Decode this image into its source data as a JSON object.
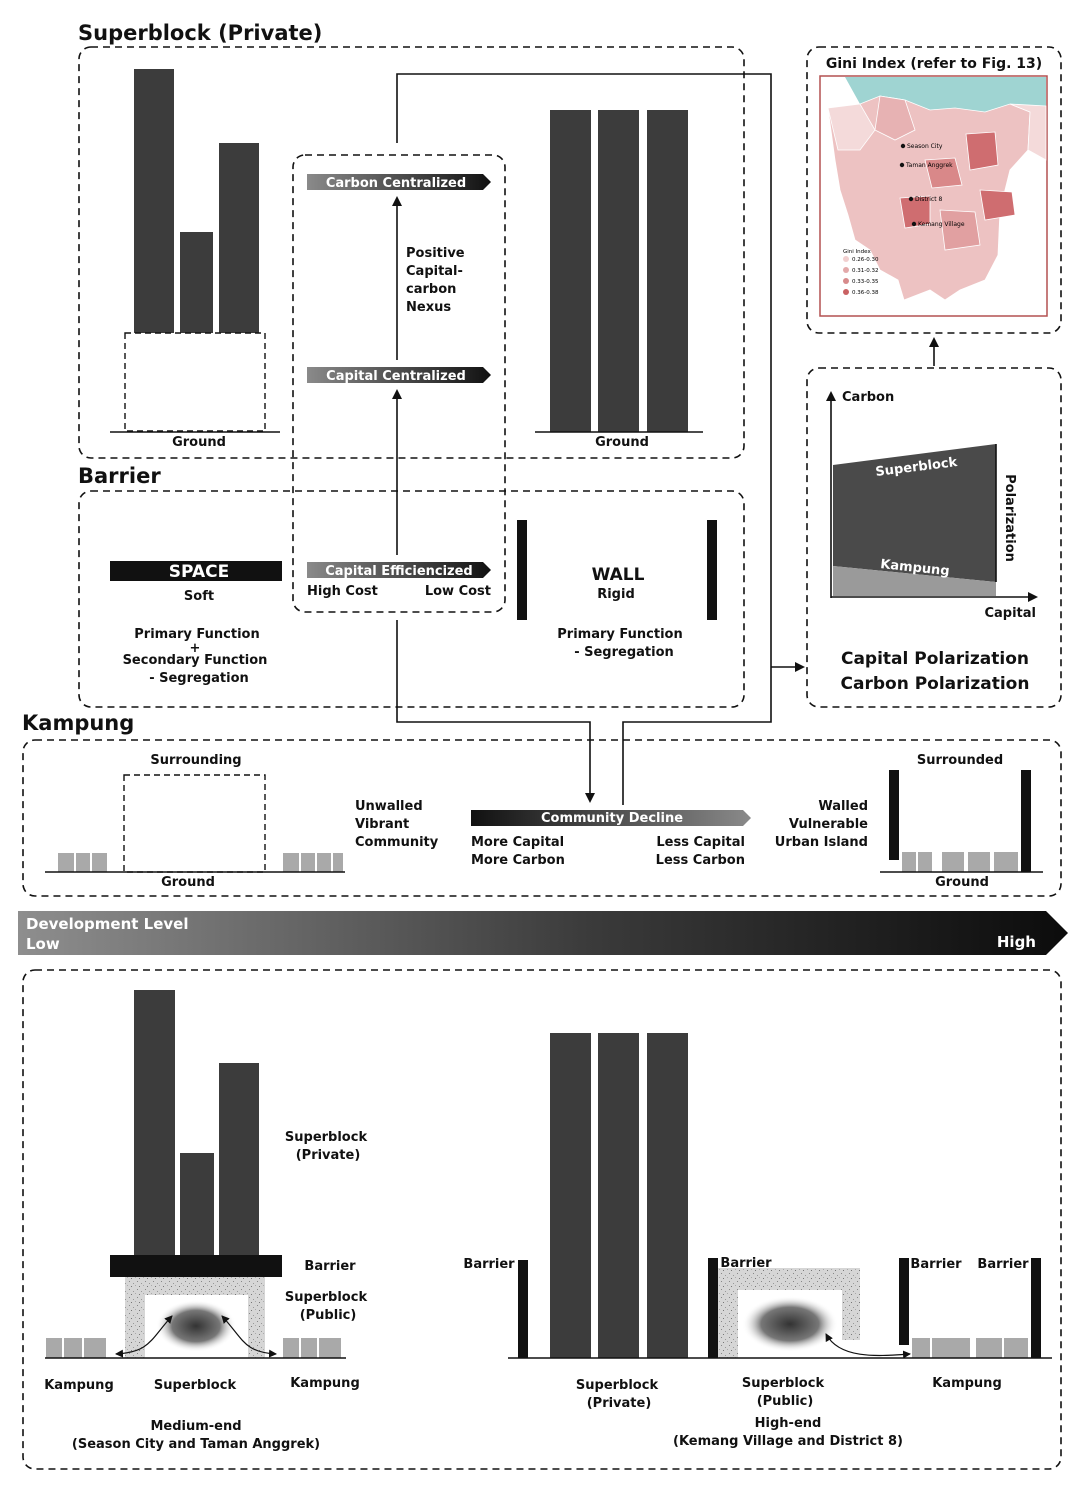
{
  "sections": {
    "superblock_private": "Superblock (Private)",
    "barrier": "Barrier",
    "kampung": "Kampung"
  },
  "ground": "Ground",
  "flow": {
    "carbon_centralized": "Carbon Centralized",
    "capital_centralized": "Capital Centralized",
    "nexus": [
      "Positive",
      "Capital-",
      "carbon",
      "Nexus"
    ],
    "capital_efficiencized": "Capital Efficiencized",
    "high_cost": "High Cost",
    "low_cost": "Low Cost",
    "community_decline": "Community Decline",
    "more_capital": "More Capital",
    "more_carbon": "More Carbon",
    "less_capital": "Less Capital",
    "less_carbon": "Less Carbon"
  },
  "barrier": {
    "space": "SPACE",
    "soft": "Soft",
    "space_fn": [
      "Primary Function",
      "+",
      "Secondary Function",
      "- Segregation"
    ],
    "wall": "WALL",
    "rigid": "Rigid",
    "wall_fn": [
      "Primary Function",
      "- Segregation"
    ]
  },
  "kampung": {
    "surrounding": "Surrounding",
    "unwalled": [
      "Unwalled",
      "Vibrant",
      "Community"
    ],
    "walled": [
      "Walled",
      "Vulnerable",
      "Urban Island"
    ],
    "surrounded": "Surrounded"
  },
  "gini": {
    "title": "Gini Index (refer to Fig. 13)",
    "places": [
      "Season City",
      "Taman Anggrek",
      "District 8",
      "Kemang Village"
    ],
    "legend_title": "Gini Index",
    "legend": [
      {
        "label": "0.26-0.30",
        "color": "#f1cfcf"
      },
      {
        "label": "0.31-0.32",
        "color": "#e3a9aa"
      },
      {
        "label": "0.33-0.35",
        "color": "#d78b8c"
      },
      {
        "label": "0.36-0.38",
        "color": "#c96163"
      }
    ],
    "sea_color": "#9fd4d2"
  },
  "polarization": {
    "carbon": "Carbon",
    "capital": "Capital",
    "superblock": "Superblock",
    "kampung": "Kampung",
    "polarization": "Polarization",
    "caption": [
      "Capital Polarization",
      "Carbon Polarization"
    ]
  },
  "development": {
    "label": "Development Level",
    "low": "Low",
    "high": "High"
  },
  "bottom": {
    "superblock_private": [
      "Superblock",
      "(Private)"
    ],
    "barrier": "Barrier",
    "superblock_public": [
      "Superblock",
      "(Public)"
    ],
    "kampung": "Kampung",
    "superblock": "Superblock",
    "medium_end": [
      "Medium-end",
      "(Season City and Taman Anggrek)"
    ],
    "high_end": [
      "High-end",
      "(Kemang Village and District 8)"
    ]
  }
}
